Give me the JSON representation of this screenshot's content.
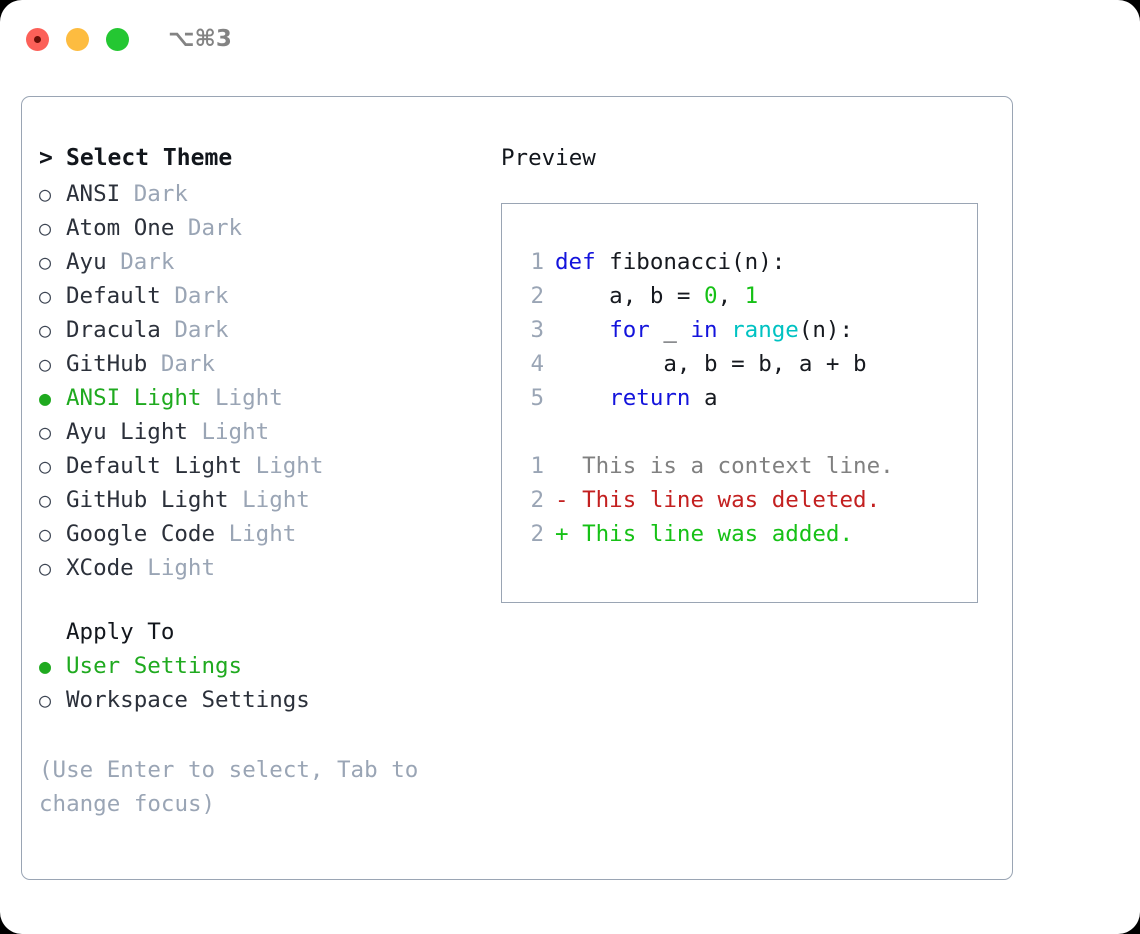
{
  "titlebar": {
    "shortcut": "⌥⌘3",
    "buttons": [
      {
        "name": "close",
        "color": "#fc6058"
      },
      {
        "name": "minimize",
        "color": "#fdbc40"
      },
      {
        "name": "zoom",
        "color": "#24c732"
      }
    ]
  },
  "left": {
    "title_marker": ">",
    "title": "Select Theme",
    "themes": [
      {
        "marker": "○",
        "name": "ANSI",
        "kind": "Dark",
        "selected": false
      },
      {
        "marker": "○",
        "name": "Atom One",
        "kind": "Dark",
        "selected": false
      },
      {
        "marker": "○",
        "name": "Ayu",
        "kind": "Dark",
        "selected": false
      },
      {
        "marker": "○",
        "name": "Default",
        "kind": "Dark",
        "selected": false
      },
      {
        "marker": "○",
        "name": "Dracula",
        "kind": "Dark",
        "selected": false
      },
      {
        "marker": "○",
        "name": "GitHub",
        "kind": "Dark",
        "selected": false
      },
      {
        "marker": "●",
        "name": "ANSI Light",
        "kind": "Light",
        "selected": true
      },
      {
        "marker": "○",
        "name": "Ayu Light",
        "kind": "Light",
        "selected": false
      },
      {
        "marker": "○",
        "name": "Default Light",
        "kind": "Light",
        "selected": false
      },
      {
        "marker": "○",
        "name": "GitHub Light",
        "kind": "Light",
        "selected": false
      },
      {
        "marker": "○",
        "name": "Google Code",
        "kind": "Light",
        "selected": false
      },
      {
        "marker": "○",
        "name": "XCode",
        "kind": "Light",
        "selected": false
      }
    ],
    "apply_to_heading": "Apply To",
    "apply_to": [
      {
        "marker": "●",
        "label": "User Settings",
        "selected": true
      },
      {
        "marker": "○",
        "label": "Workspace Settings",
        "selected": false
      }
    ],
    "hint": "(Use Enter to select, Tab to change focus)"
  },
  "right": {
    "preview_title": "Preview",
    "code_lines": [
      {
        "no": "1",
        "tokens": [
          {
            "t": "def",
            "c": "kw"
          },
          {
            "t": " fibonacci(n):",
            "c": "pln"
          }
        ]
      },
      {
        "no": "2",
        "tokens": [
          {
            "t": "    a, b = ",
            "c": "pln"
          },
          {
            "t": "0",
            "c": "num"
          },
          {
            "t": ", ",
            "c": "pln"
          },
          {
            "t": "1",
            "c": "num"
          }
        ]
      },
      {
        "no": "3",
        "tokens": [
          {
            "t": "    ",
            "c": "pln"
          },
          {
            "t": "for",
            "c": "kw"
          },
          {
            "t": " _ ",
            "c": "pln"
          },
          {
            "t": "in",
            "c": "kw"
          },
          {
            "t": " ",
            "c": "pln"
          },
          {
            "t": "range",
            "c": "fn"
          },
          {
            "t": "(n):",
            "c": "pln"
          }
        ]
      },
      {
        "no": "4",
        "tokens": [
          {
            "t": "        a, b = b, a + b",
            "c": "pln"
          }
        ]
      },
      {
        "no": "5",
        "tokens": [
          {
            "t": "    ",
            "c": "pln"
          },
          {
            "t": "return",
            "c": "kw"
          },
          {
            "t": " a",
            "c": "pln"
          }
        ]
      }
    ],
    "diff_lines": [
      {
        "no": "1",
        "sign": "  ",
        "text": "This is a context line.",
        "kind": "ctx"
      },
      {
        "no": "2",
        "sign": "- ",
        "text": "This line was deleted.",
        "kind": "del"
      },
      {
        "no": "2",
        "sign": "+ ",
        "text": "This line was added.",
        "kind": "add"
      }
    ]
  },
  "colors": {
    "accent_green": "#1faa1f",
    "muted": "#9aa5b5",
    "border": "#9aa5b4",
    "keyword_blue": "#1414dc",
    "function_cyan": "#00c2c2",
    "number_green": "#16c116",
    "diff_delete_red": "#c32020",
    "diff_add_green": "#16c116",
    "context_gray": "#808080"
  }
}
